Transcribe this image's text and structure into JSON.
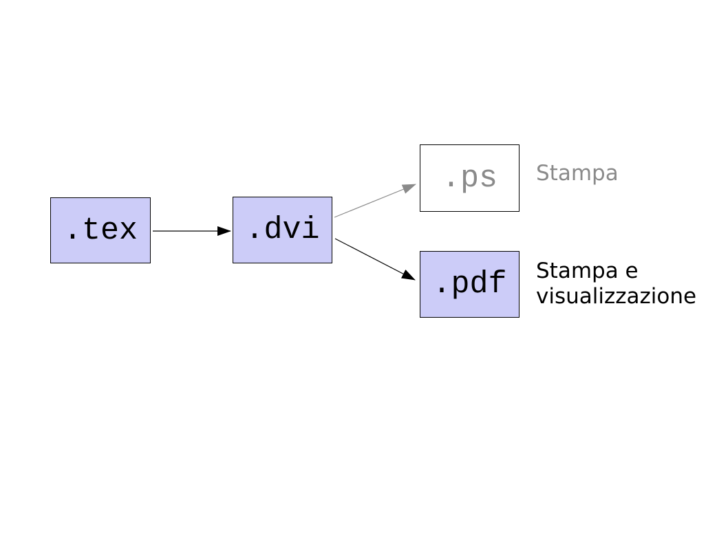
{
  "colors": {
    "background": "#ffffff",
    "node_fill": "#ccccf8",
    "node_fill_muted": "#ffffff",
    "node_border": "#000000",
    "ink": "#000000",
    "muted": "#8a8a8a"
  },
  "nodes": {
    "tex": {
      "label": ".tex"
    },
    "dvi": {
      "label": ".dvi"
    },
    "ps": {
      "label": ".ps"
    },
    "pdf": {
      "label": ".pdf"
    }
  },
  "annotations": {
    "ps": "Stampa",
    "pdf": "Stampa e visualizzazione"
  },
  "edges": [
    {
      "from": "tex",
      "to": "dvi",
      "color": "#000000"
    },
    {
      "from": "dvi",
      "to": "ps",
      "color": "#8a8a8a"
    },
    {
      "from": "dvi",
      "to": "pdf",
      "color": "#000000"
    }
  ]
}
